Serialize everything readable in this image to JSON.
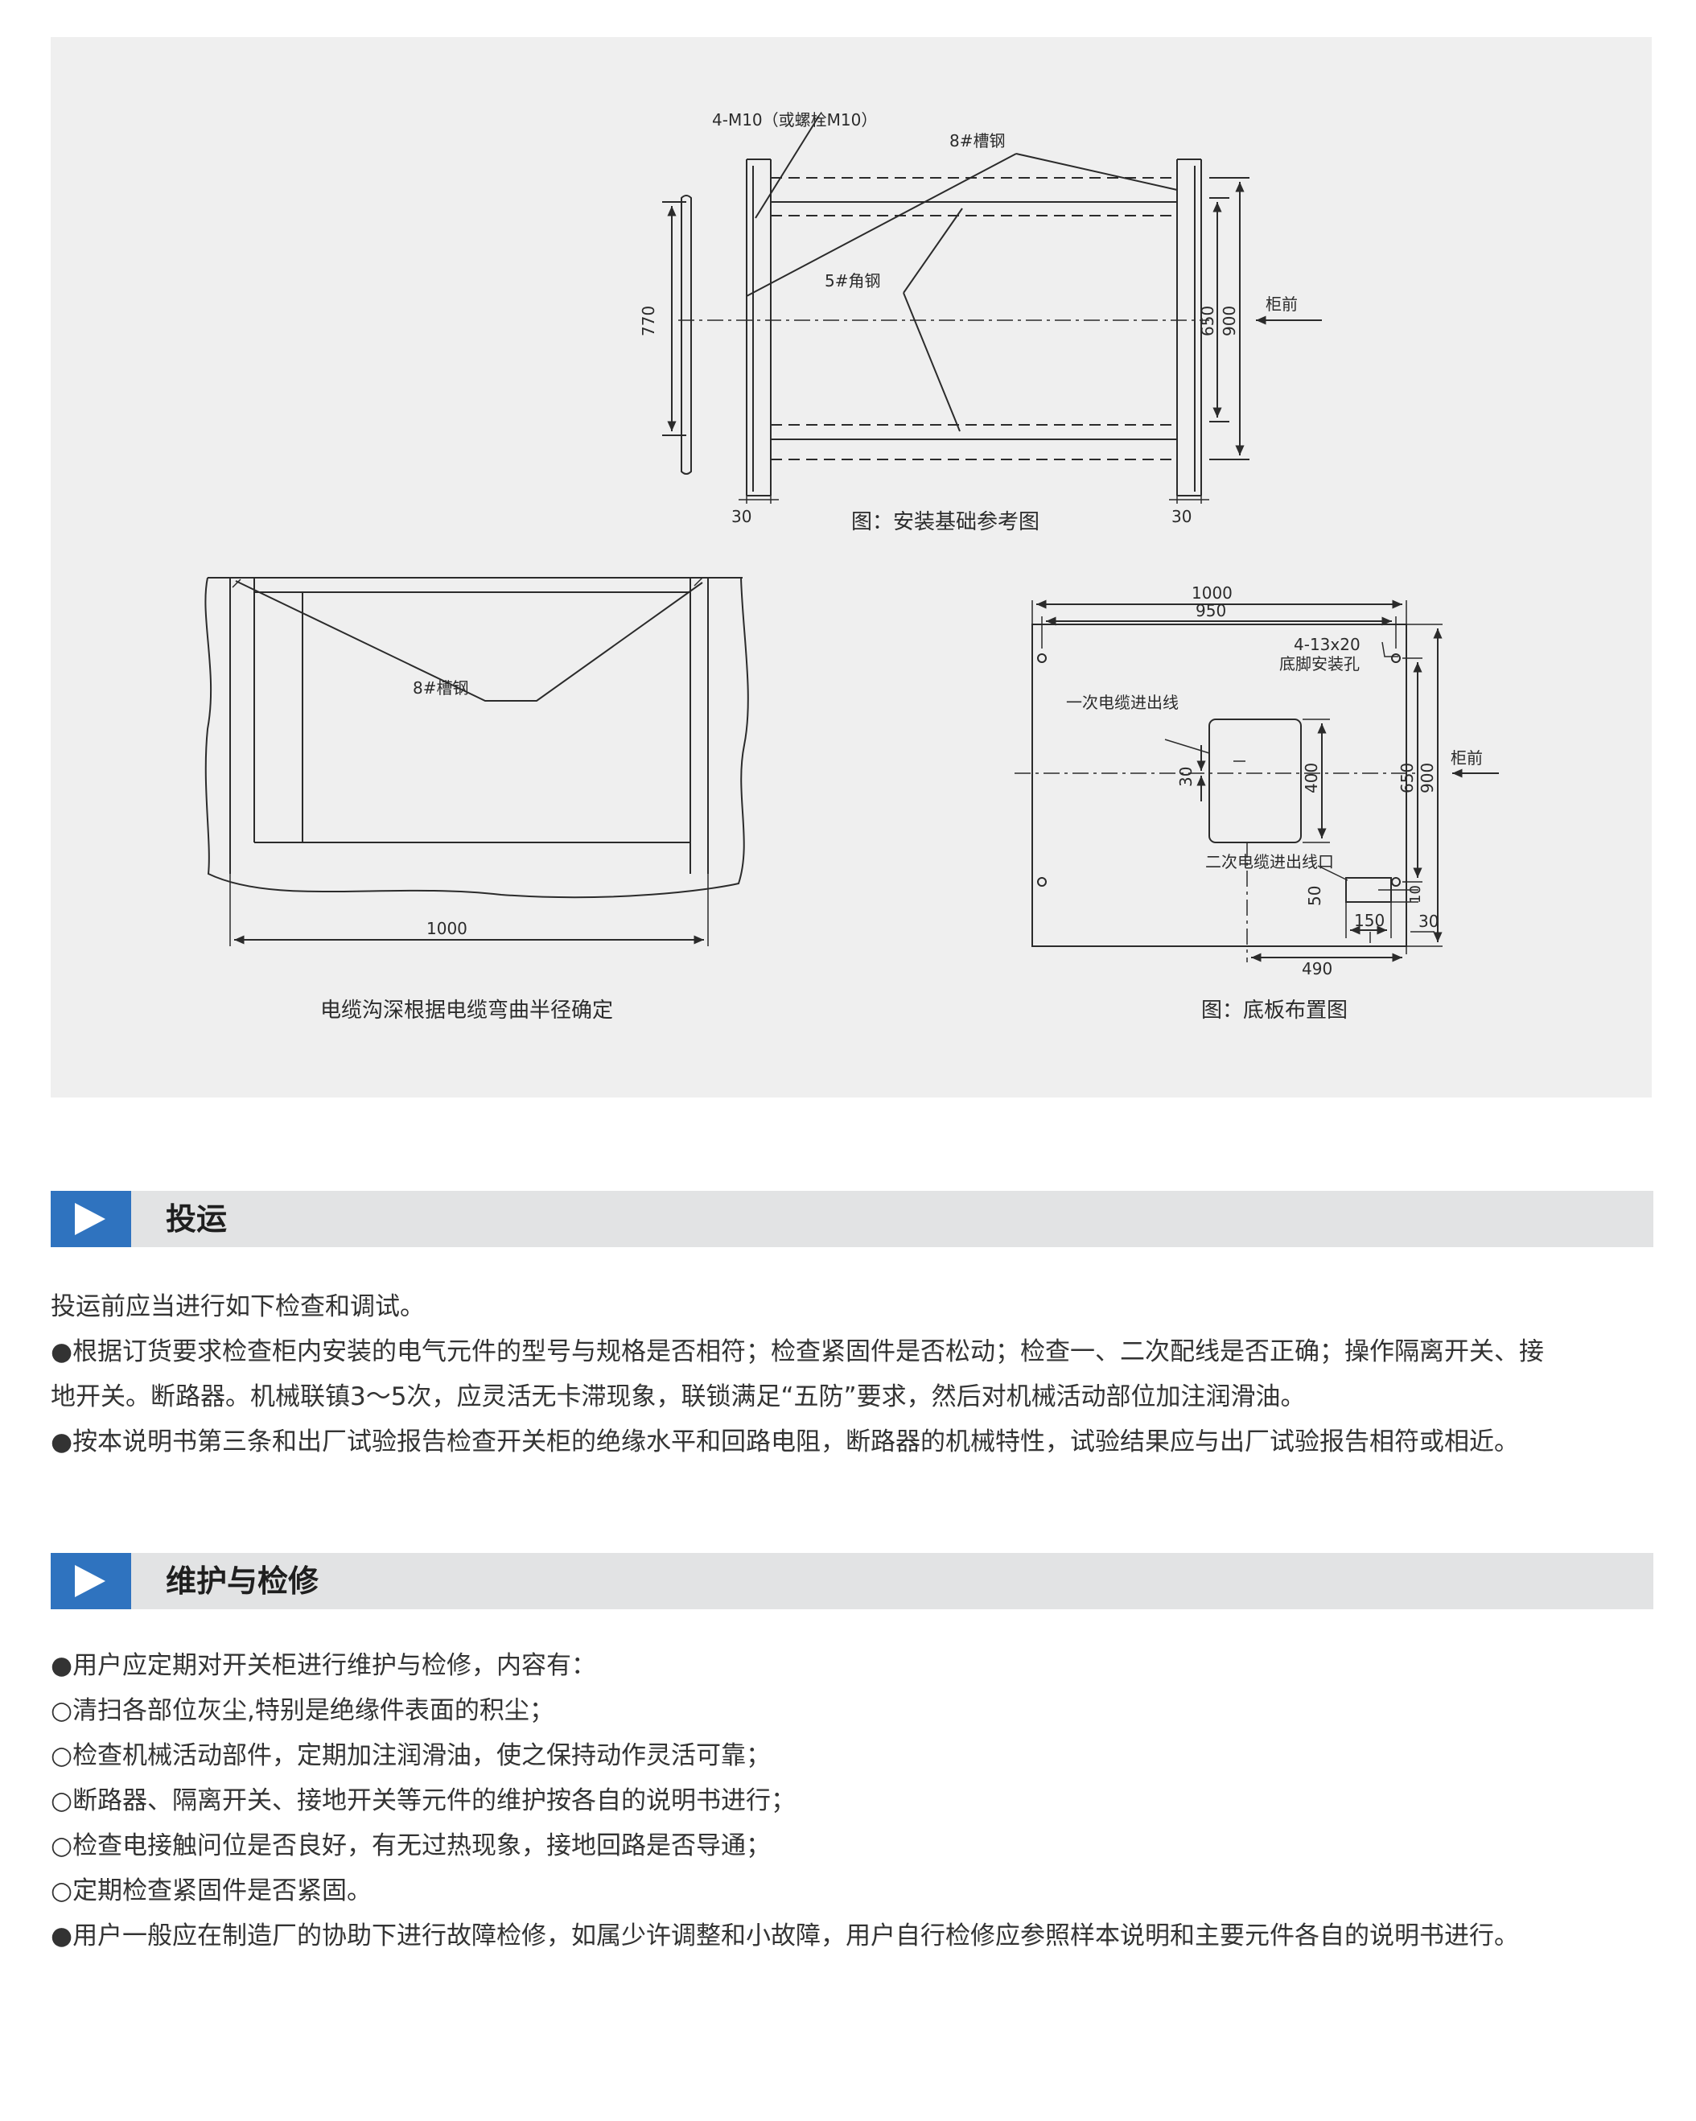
{
  "figures": {
    "install_base": {
      "bolt_label": "4-M10（或螺栓M10）",
      "channel_label": "8#槽钢",
      "angle_label": "5#角钢",
      "front_label": "柜前",
      "dim_770": "770",
      "dim_650": "650",
      "dim_900": "900",
      "dim_30_left": "30",
      "dim_30_right": "30",
      "caption": "图：安装基础参考图"
    },
    "trench": {
      "channel_label": "8#槽钢",
      "dim_1000": "1000",
      "caption": "电缆沟深根据电缆弯曲半径确定"
    },
    "base_plate": {
      "dim_1000": "1000",
      "dim_950": "950",
      "hole_spec": "4-13x20",
      "hole_label": "底脚安装孔",
      "primary_cable": "一次电缆进出线",
      "secondary_cable": "二次电缆进出线口",
      "front_label": "柜前",
      "dim_30": "30",
      "dim_400": "400",
      "dim_650": "650",
      "dim_900": "900",
      "dim_50": "50",
      "dim_10": "10",
      "dim_150": "150",
      "dim_30_bottom": "30",
      "dim_490": "490",
      "caption": "图：底板布置图"
    }
  },
  "commissioning": {
    "title": "投运",
    "intro": "投运前应当进行如下检查和调试。",
    "items": [
      {
        "marker": "●",
        "line1": "根据订货要求检查柜内安装的电气元件的型号与规格是否相符；检查紧固件是否松动；检查一、二次配线是否正确；操作隔离开关、接",
        "line2": "地开关。断路器。机械联镇3～5次，应灵活无卡滞现象，联锁满足“五防”要求，然后对机械活动部位加注润滑油。"
      },
      {
        "marker": "●",
        "line1": "按本说明书第三条和出厂试验报告检查开关柜的绝缘水平和回路电阻，断路器的机械特性，试验结果应与出厂试验报告相符或相近。"
      }
    ]
  },
  "maintenance": {
    "title": "维护与检修",
    "items": [
      {
        "marker": "●",
        "text": "用户应定期对开关柜进行维护与检修，内容有："
      },
      {
        "marker": "○",
        "text": "清扫各部位灰尘,特别是绝缘件表面的积尘；"
      },
      {
        "marker": "○",
        "text": "检查机械活动部件，定期加注润滑油，使之保持动作灵活可靠；"
      },
      {
        "marker": "○",
        "text": "断路器、隔离开关、接地开关等元件的维护按各自的说明书进行；"
      },
      {
        "marker": "○",
        "text": "检查电接触问位是否良好，有无过热现象，接地回路是否导通；"
      },
      {
        "marker": "○",
        "text": "定期检查紧固件是否紧固。"
      },
      {
        "marker": "●",
        "text": "用户一般应在制造厂的协助下进行故障检修，如属少许调整和小故障，用户自行检修应参照样本说明和主要元件各自的说明书进行。"
      }
    ]
  },
  "colors": {
    "accent": "#2f73bf",
    "section_bar": "#e2e3e4",
    "figure_bg": "#efefef"
  }
}
